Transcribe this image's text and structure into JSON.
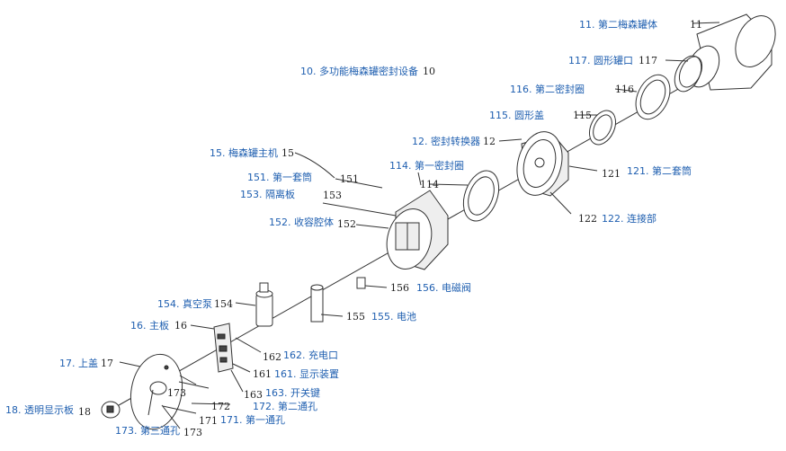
{
  "labels": {
    "p11": "11. 第二梅森罐体",
    "p117": "117. 圆形罐口",
    "p10": "10. 多功能梅森罐密封设备",
    "p116": "116. 第二密封圈",
    "p115": "115. 圆形盖",
    "p12": "12. 密封转换器",
    "p15": "15. 梅森罐主机",
    "p114": "114. 第一密封圈",
    "p121": "121. 第二套筒",
    "p151": "151. 第一套筒",
    "p153": "153. 隔离板",
    "p152": "152. 收容腔体",
    "p122": "122. 连接部",
    "p156": "156. 电磁阀",
    "p154": "154. 真空泵",
    "p155": "155. 电池",
    "p16": "16. 主板",
    "p162": "162. 充电口",
    "p17": "17. 上盖",
    "p161": "161. 显示装置",
    "p163": "163. 开关键",
    "p172": "172. 第二通孔",
    "p18": "18. 透明显示板",
    "p171": "171. 第一通孔",
    "p173": "173. 第三通孔"
  },
  "callouts": {
    "c11": "11",
    "c117": "117",
    "c10": "10",
    "c116": "116",
    "c115": "115",
    "c12": "12",
    "c15": "15",
    "c114": "114",
    "c121": "121",
    "c151": "151",
    "c153": "153",
    "c152": "152",
    "c122": "122",
    "c156": "156",
    "c154": "154",
    "c155": "155",
    "c16": "16",
    "c162": "162",
    "c17": "17",
    "c161": "161",
    "c163": "163",
    "c172": "172",
    "c18": "18",
    "c171": "171",
    "c173a": "173",
    "c173b": "173"
  },
  "colors": {
    "label": "#1f5fb0",
    "line": "#333333"
  }
}
